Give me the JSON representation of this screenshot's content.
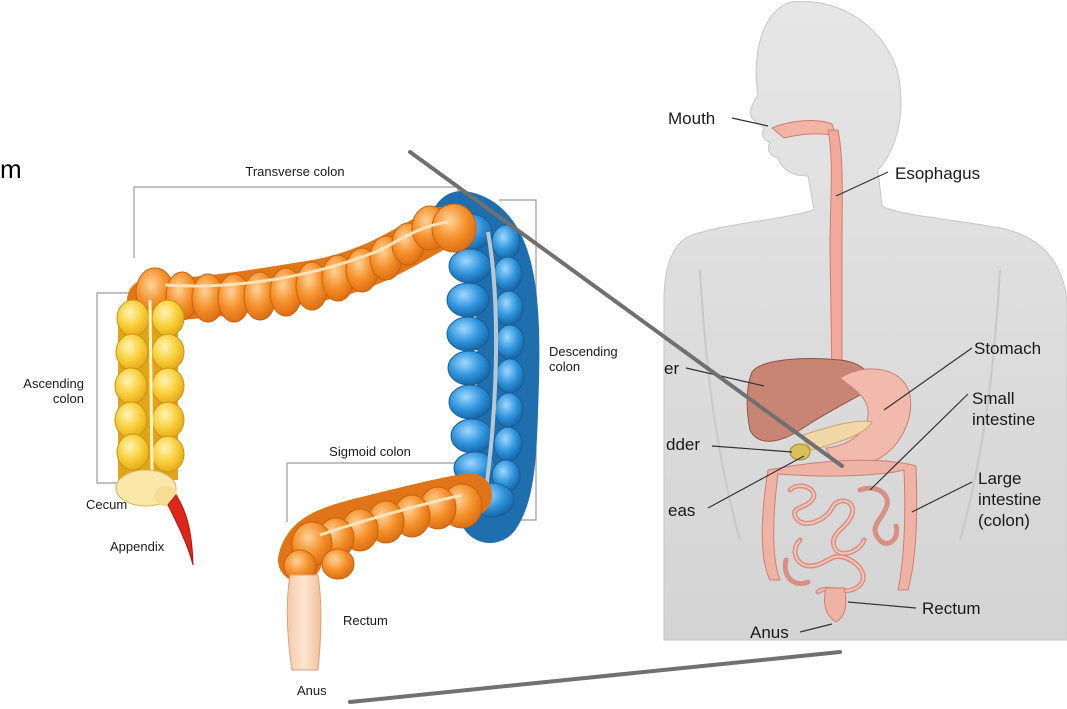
{
  "slide_fragment": "m",
  "colon_diagram": {
    "labels": {
      "transverse": "Transverse colon",
      "ascending": "Ascending\ncolon",
      "descending": "Descending\ncolon",
      "sigmoid": "Sigmoid colon",
      "cecum": "Cecum",
      "appendix": "Appendix",
      "rectum": "Rectum",
      "anus": "Anus"
    }
  },
  "body_diagram": {
    "labels": {
      "mouth": "Mouth",
      "esophagus": "Esophagus",
      "liver": "er",
      "stomach": "Stomach",
      "small_intestine": "Small\nintestine",
      "gallbladder": "dder",
      "large_intestine": "Large\nintestine\n(colon)",
      "pancreas": "eas",
      "rectum": "Rectum",
      "anus": "Anus"
    }
  },
  "colors": {
    "transverse": "#f28c1e",
    "ascending": "#f7c52d",
    "descending": "#2b8fd6",
    "sigmoid": "#f08a2a",
    "rectum": "#f9d3b3",
    "appendix": "#e0261b",
    "body_silhouette": "#dcdcdc",
    "organs": "#e9a79b",
    "connector": "#707070"
  }
}
